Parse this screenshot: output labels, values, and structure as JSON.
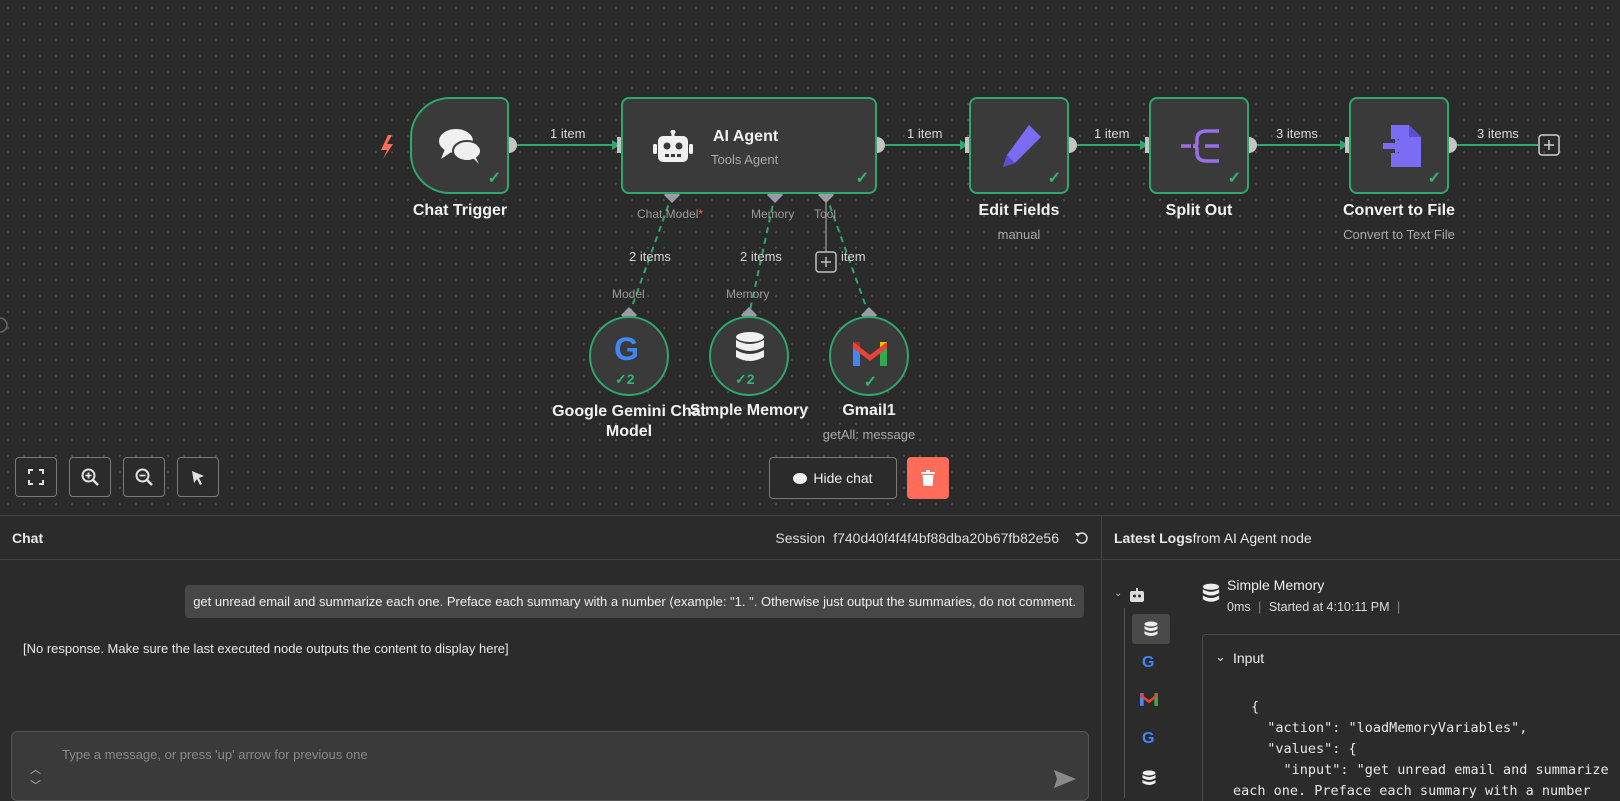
{
  "workflow": {
    "nodes": {
      "chat_trigger": {
        "label": "Chat Trigger"
      },
      "ai_agent": {
        "label": "AI Agent",
        "subtitle": "Tools Agent"
      },
      "edit_fields": {
        "label": "Edit Fields",
        "subtitle": "manual"
      },
      "split_out": {
        "label": "Split Out"
      },
      "convert_to_file": {
        "label": "Convert to File",
        "subtitle": "Convert to Text File"
      },
      "gemini": {
        "label_line1": "Google Gemini Chat",
        "label_line2": "Model",
        "count": "2"
      },
      "memory": {
        "label": "Simple Memory",
        "count": "2"
      },
      "gmail": {
        "label": "Gmail1",
        "subtitle": "getAll: message"
      }
    },
    "edges": {
      "trigger_agent": "1 item",
      "agent_edit": "1 item",
      "edit_split": "1 item",
      "split_convert": "3 items",
      "convert_out": "3 items",
      "model_link": "2 items",
      "memory_link": "2 items",
      "tool_link": "item"
    },
    "ports": {
      "chat_model": "Chat Model",
      "chat_model_required": "*",
      "memory": "Memory",
      "tool": "Tool",
      "model_in": "Model",
      "memory_in": "Memory"
    }
  },
  "canvas_controls": {
    "hide_chat_label": "Hide chat"
  },
  "chat": {
    "title": "Chat",
    "session_label": "Session",
    "session_id": "f740d40f4f4f4bf88dba20b67fb82e56",
    "user_message": "get unread email and summarize each one. Preface each summary with a number (example: \"1. \". Otherwise just output the summaries, do not comment.",
    "bot_message": "[No response. Make sure the last executed node outputs the content to display here]",
    "input_placeholder": "Type a message, or press 'up' arrow for previous one"
  },
  "logs": {
    "title_bold": "Latest Logs",
    "title_rest": " from AI Agent node",
    "entry_name": "Simple Memory",
    "entry_duration": "0ms",
    "entry_started": "Started at 4:10:11 PM",
    "section_label": "Input",
    "code_lines": [
      "{",
      "  \"action\": \"loadMemoryVariables\",",
      "  \"values\": {",
      "    \"input\": \"get unread email and summarize",
      "each one. Preface each summary with a number"
    ]
  },
  "colors": {
    "success": "#2fa86a",
    "accent": "#ff6d5a",
    "agent_icon": "#7b6cf6"
  }
}
